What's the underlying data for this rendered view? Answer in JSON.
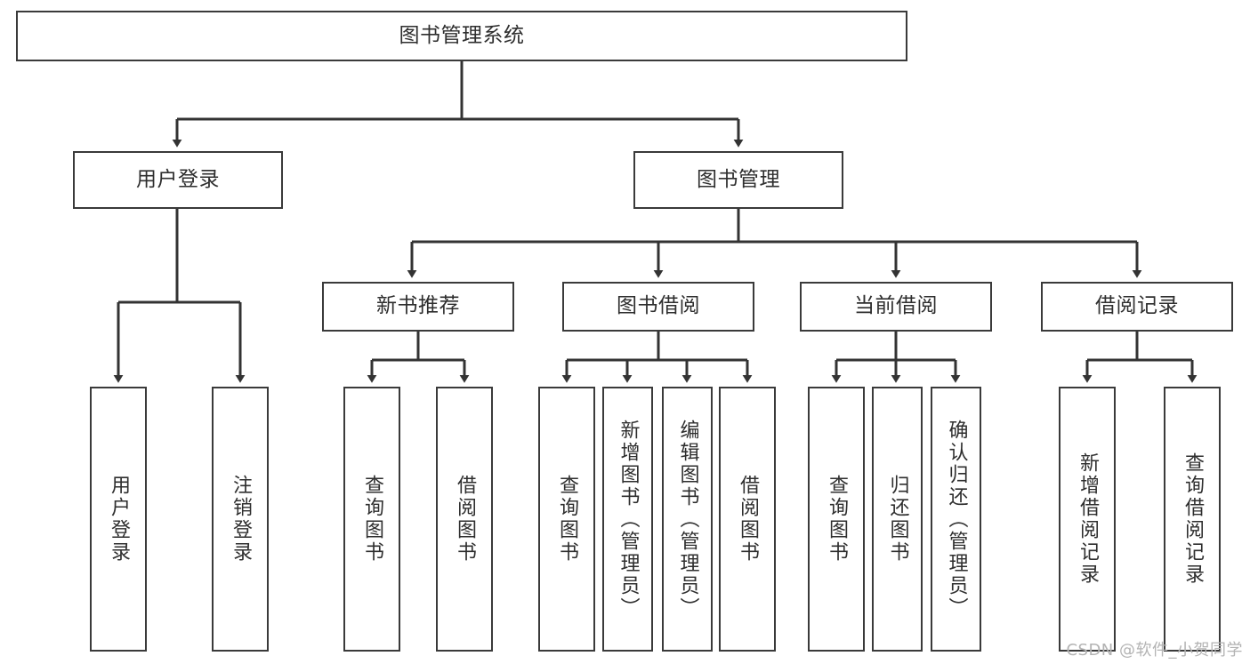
{
  "diagram": {
    "title": "图书管理系统",
    "type": "tree",
    "orientation": "top-down",
    "colors": {
      "node_border": "#3a3a3a",
      "node_fill": "#ffffff",
      "edge": "#333333",
      "text": "#2e2e2e",
      "background": "#ffffff",
      "watermark": "#b3b3b3"
    },
    "nodes": {
      "root": {
        "label": "图书管理系统"
      },
      "level2": [
        {
          "id": "user-login",
          "label": "用户登录"
        },
        {
          "id": "book-management",
          "label": "图书管理"
        }
      ],
      "level3": [
        {
          "id": "new-book-recommend",
          "label": "新书推荐"
        },
        {
          "id": "book-borrow",
          "label": "图书借阅"
        },
        {
          "id": "current-borrow",
          "label": "当前借阅"
        },
        {
          "id": "borrow-record",
          "label": "借阅记录"
        }
      ],
      "leaves": {
        "user-login": [
          {
            "id": "leaf-user-login",
            "label": "用户登录"
          },
          {
            "id": "leaf-user-logout",
            "label": "注销登录"
          }
        ],
        "new-book-recommend": [
          {
            "id": "leaf-query-book-1",
            "label": "查询图书"
          },
          {
            "id": "leaf-borrow-book-1",
            "label": "借阅图书"
          }
        ],
        "book-borrow": [
          {
            "id": "leaf-query-book-2",
            "label": "查询图书"
          },
          {
            "id": "leaf-add-book",
            "label": "新增图书（管理员）"
          },
          {
            "id": "leaf-edit-book",
            "label": "编辑图书（管理员）"
          },
          {
            "id": "leaf-borrow-book-2",
            "label": "借阅图书"
          }
        ],
        "current-borrow": [
          {
            "id": "leaf-query-book-3",
            "label": "查询图书"
          },
          {
            "id": "leaf-return-book",
            "label": "归还图书"
          },
          {
            "id": "leaf-confirm-return",
            "label": "确认归还（管理员）"
          }
        ],
        "borrow-record": [
          {
            "id": "leaf-add-record",
            "label": "新增借阅记录"
          },
          {
            "id": "leaf-query-record",
            "label": "查询借阅记录"
          }
        ]
      }
    },
    "watermark": "CSDN @软件_小贺同学"
  }
}
